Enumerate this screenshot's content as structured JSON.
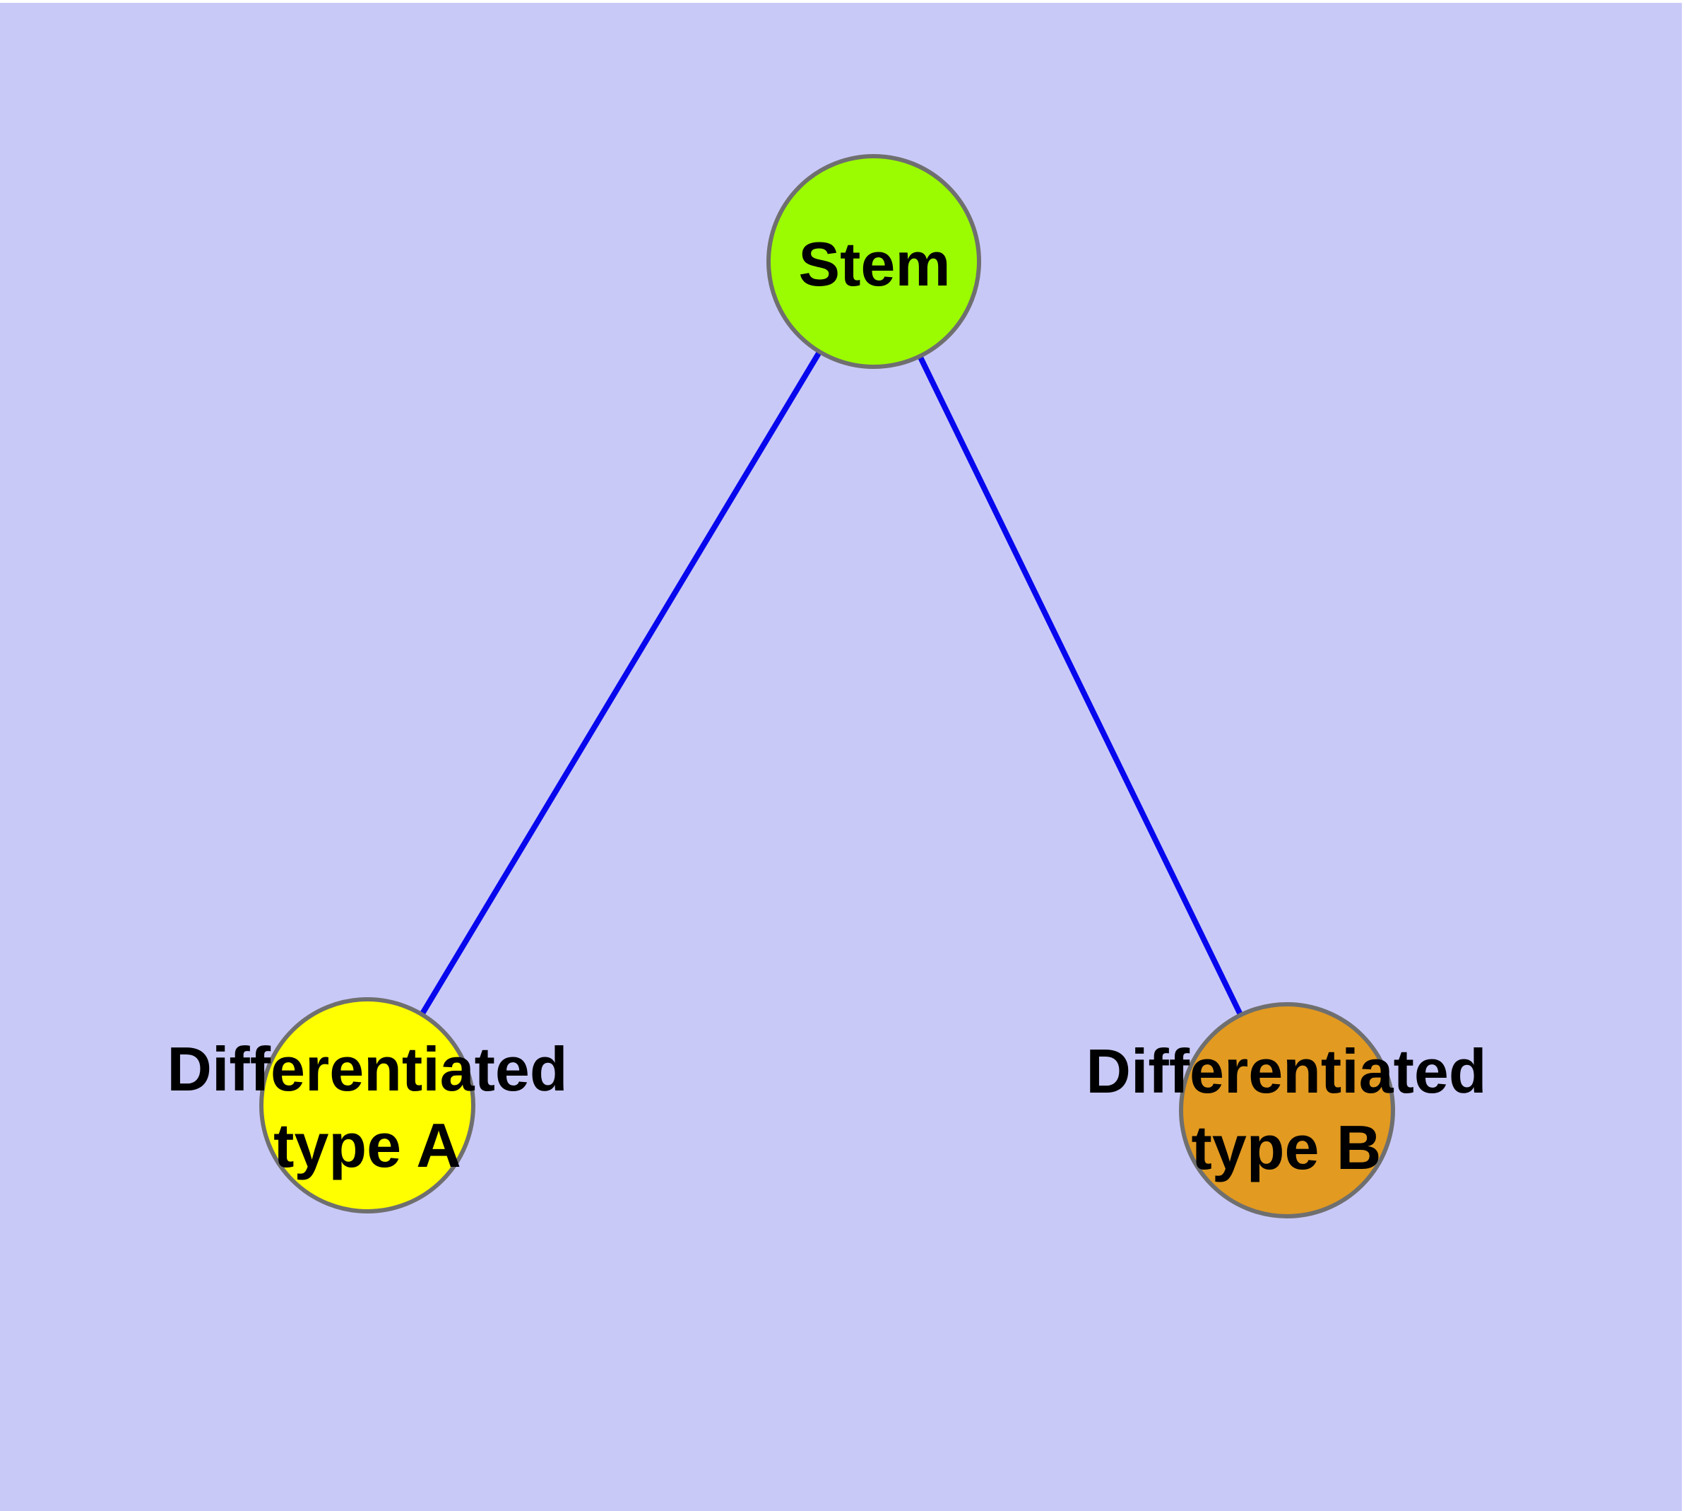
{
  "diagram": {
    "type": "node-link-graph",
    "page_background": "#FFFFFF",
    "background_color": "#C9C9F8",
    "node_border_color": "#6F6F6F",
    "edge_color": "#0707EE",
    "label_color": "#000000",
    "nodes": [
      {
        "id": "stem",
        "label": "Stem",
        "fill": "#9BFB00"
      },
      {
        "id": "type-a",
        "label": "Differentiated\ntype A",
        "fill": "#FFFF00"
      },
      {
        "id": "type-b",
        "label": "Differentiated\ntype B",
        "fill": "#E29A20"
      }
    ],
    "edges": [
      {
        "from": "Stem",
        "to": "Differentiated type A"
      },
      {
        "from": "Stem",
        "to": "Differentiated type B"
      }
    ]
  }
}
